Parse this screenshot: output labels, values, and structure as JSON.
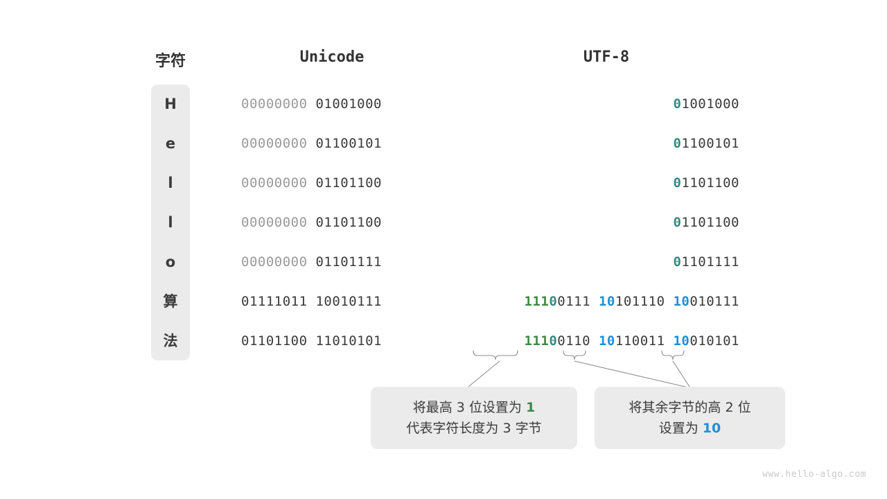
{
  "headers": {
    "char": "字符",
    "unicode": "Unicode",
    "utf8": "UTF-8"
  },
  "colors": {
    "green": "#3e8a45",
    "teal": "#35897f",
    "blue": "#1f8fd6",
    "dim": "#9a9a9a",
    "text": "#3b3b3b",
    "box_fill": "#ebebeb",
    "background": "#ffffff",
    "watermark": "#c9c9c9"
  },
  "rows": [
    {
      "char": "H",
      "unicode_high": "00000000",
      "unicode_low": "01001000",
      "utf8_bytes": [
        {
          "marker": "0",
          "marker_color": "teal",
          "rest": "1001000"
        }
      ]
    },
    {
      "char": "e",
      "unicode_high": "00000000",
      "unicode_low": "01100101",
      "utf8_bytes": [
        {
          "marker": "0",
          "marker_color": "teal",
          "rest": "1100101"
        }
      ]
    },
    {
      "char": "l",
      "unicode_high": "00000000",
      "unicode_low": "01101100",
      "utf8_bytes": [
        {
          "marker": "0",
          "marker_color": "teal",
          "rest": "1101100"
        }
      ]
    },
    {
      "char": "l",
      "unicode_high": "00000000",
      "unicode_low": "01101100",
      "utf8_bytes": [
        {
          "marker": "0",
          "marker_color": "teal",
          "rest": "1101100"
        }
      ]
    },
    {
      "char": "o",
      "unicode_high": "00000000",
      "unicode_low": "01101111",
      "utf8_bytes": [
        {
          "marker": "0",
          "marker_color": "teal",
          "rest": "1101111"
        }
      ]
    },
    {
      "char": "算",
      "unicode_high": "01111011",
      "unicode_low": "10010111",
      "utf8_bytes": [
        {
          "marker": "111",
          "marker_color": "green",
          "marker2": "0",
          "marker2_color": "teal",
          "rest": "0111"
        },
        {
          "marker": "10",
          "marker_color": "blue",
          "rest": "101110"
        },
        {
          "marker": "10",
          "marker_color": "blue",
          "rest": "010111"
        }
      ]
    },
    {
      "char": "法",
      "unicode_high": "01101100",
      "unicode_low": "11010101",
      "utf8_bytes": [
        {
          "marker": "111",
          "marker_color": "green",
          "marker2": "0",
          "marker2_color": "teal",
          "rest": "0110"
        },
        {
          "marker": "10",
          "marker_color": "blue",
          "rest": "110011"
        },
        {
          "marker": "10",
          "marker_color": "blue",
          "rest": "010101"
        }
      ]
    }
  ],
  "notes": {
    "left": {
      "line1_prefix": "将最高 3 位设置为 ",
      "line1_highlight": "1",
      "line1_highlight_color": "green",
      "line2": "代表字符长度为 3 字节"
    },
    "right": {
      "line1": "将其余字节的高 2 位",
      "line2_prefix": "设置为 ",
      "line2_highlight": "10",
      "line2_highlight_color": "blue"
    }
  },
  "watermark": "www.hello-algo.com"
}
